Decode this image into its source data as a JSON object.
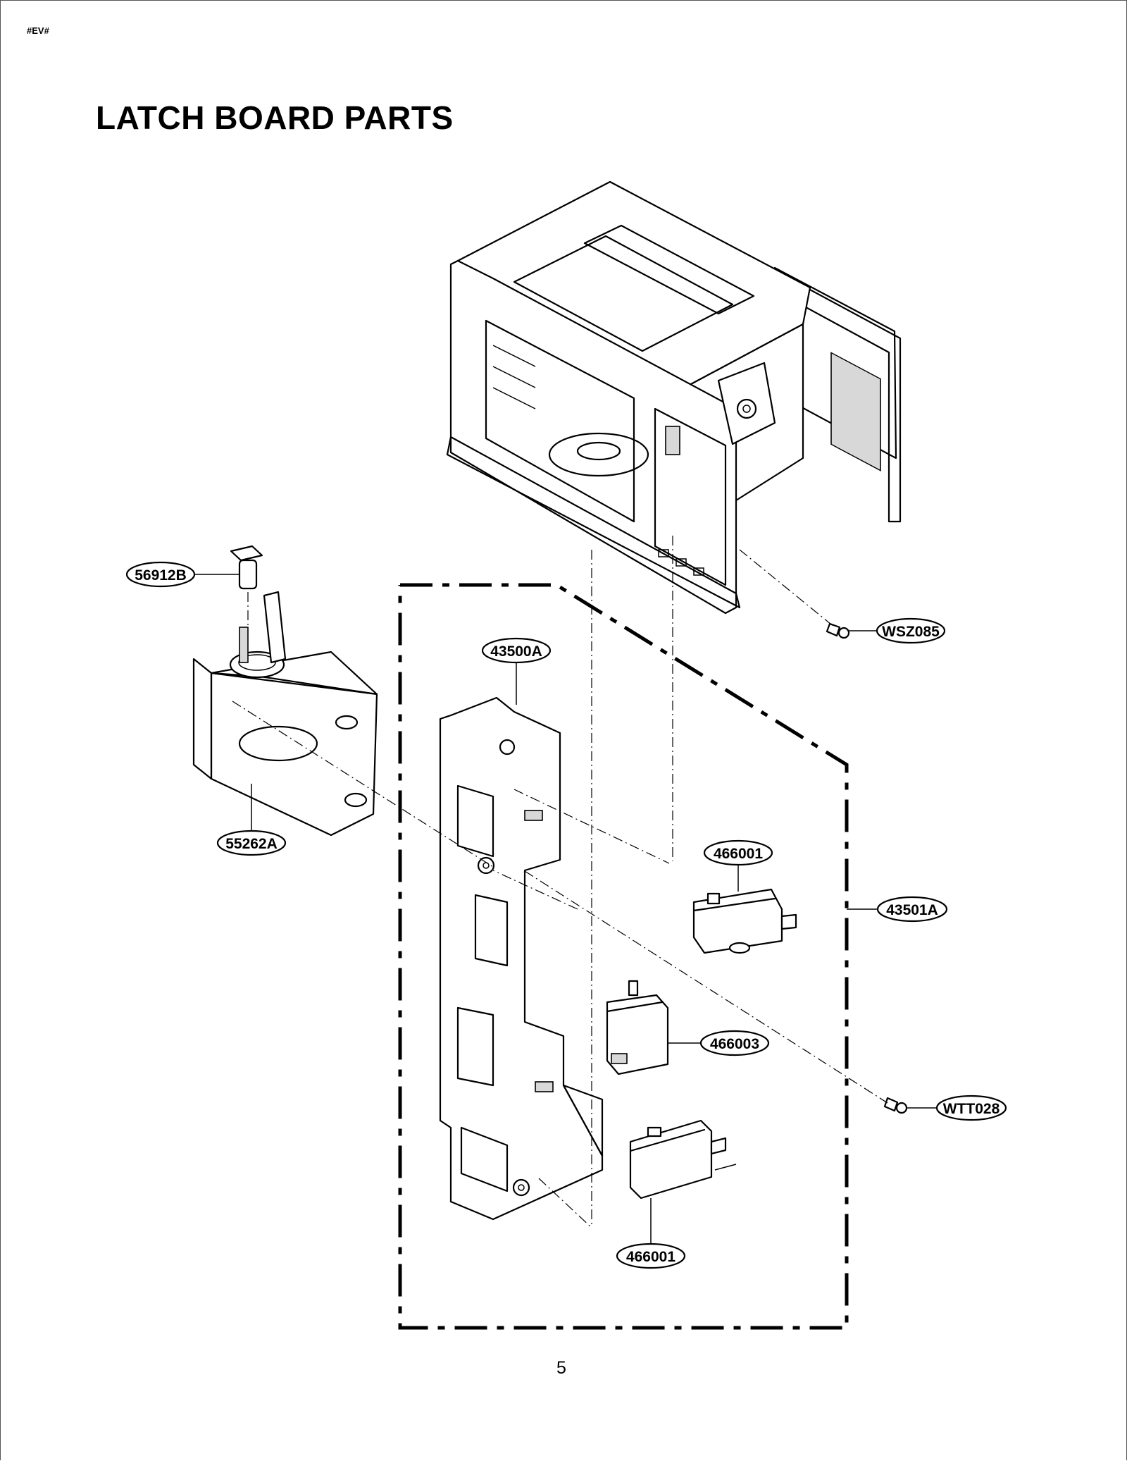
{
  "header": {
    "doc_code": "#EV#"
  },
  "title": "LATCH BOARD PARTS",
  "footer": {
    "page_number": "5"
  },
  "parts": [
    {
      "id": "56912B"
    },
    {
      "id": "55262A"
    },
    {
      "id": "43500A"
    },
    {
      "id": "466001"
    },
    {
      "id": "43501A"
    },
    {
      "id": "466003"
    },
    {
      "id": "WTT028"
    },
    {
      "id": "466001"
    },
    {
      "id": "WSZ085"
    }
  ]
}
